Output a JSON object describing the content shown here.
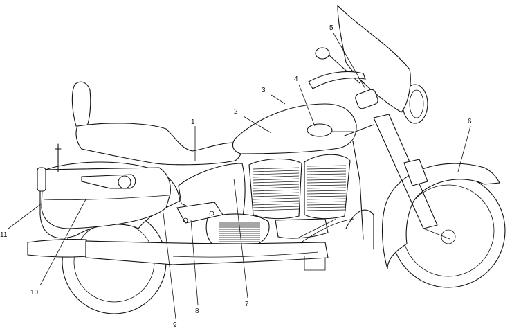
{
  "diagram": {
    "callouts": [
      {
        "id": "c1",
        "label": "1"
      },
      {
        "id": "c2",
        "label": "2"
      },
      {
        "id": "c3",
        "label": "3"
      },
      {
        "id": "c4",
        "label": "4"
      },
      {
        "id": "c5",
        "label": "5"
      },
      {
        "id": "c6",
        "label": "6"
      },
      {
        "id": "c7",
        "label": "7"
      },
      {
        "id": "c8",
        "label": "8"
      },
      {
        "id": "c9",
        "label": "9"
      },
      {
        "id": "c10",
        "label": "10"
      },
      {
        "id": "c11",
        "label": "11"
      }
    ],
    "colors": {
      "line": "#111111",
      "background": "#ffffff"
    }
  }
}
